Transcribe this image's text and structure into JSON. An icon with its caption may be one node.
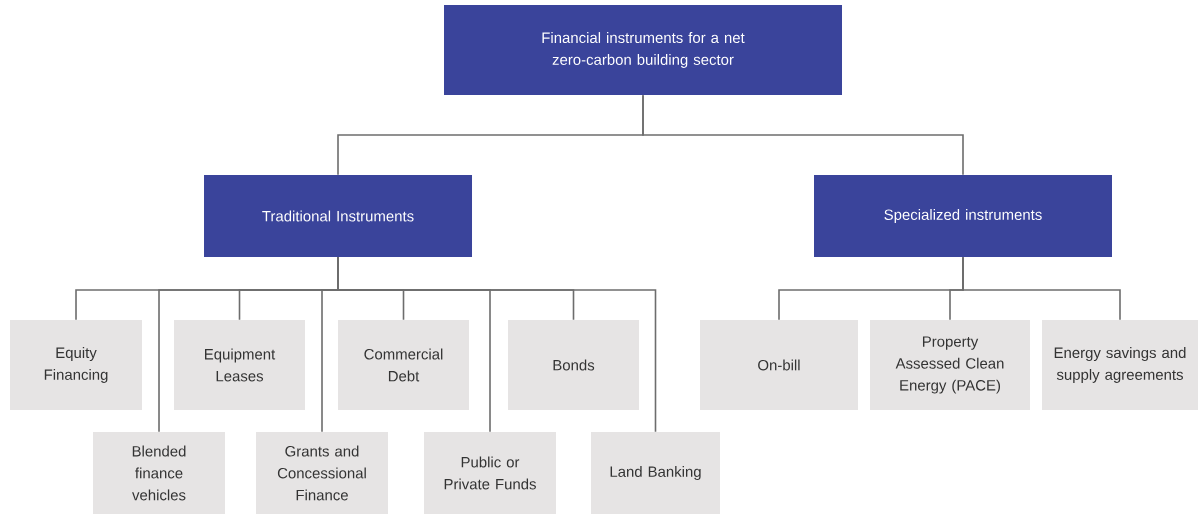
{
  "diagram": {
    "nodes": [
      {
        "text": [
          "Financial instruments for a net zero-carbon building sector"
        ]
      },
      {
        "text": [
          "Traditional Instruments"
        ]
      },
      {
        "text": [
          "Specialized instruments"
        ]
      },
      {
        "text": [
          "Equity Financing"
        ]
      },
      {
        "text": [
          "Blended finance vehicles"
        ]
      },
      {
        "text": [
          "Equipment Leases"
        ]
      },
      {
        "text": [
          "Grants and Concessional Finance"
        ]
      },
      {
        "text": [
          "Commercial Debt"
        ]
      },
      {
        "text": [
          "Public or Private Funds"
        ]
      },
      {
        "text": [
          "Bonds"
        ]
      },
      {
        "text": [
          "Land Banking"
        ]
      },
      {
        "text": [
          "On-bill"
        ]
      },
      {
        "text": [
          "Property Assessed Clean Energy (PACE)"
        ]
      },
      {
        "text": [
          "Energy savings and supply agreements"
        ]
      }
    ],
    "edges": [
      {
        "from": 0,
        "to": 1,
        "arrow": "none"
      },
      {
        "from": 0,
        "to": 2,
        "arrow": "none"
      },
      {
        "from": 1,
        "to": 3,
        "arrow": "none"
      },
      {
        "from": 1,
        "to": 4,
        "arrow": "none"
      },
      {
        "from": 1,
        "to": 5,
        "arrow": "none"
      },
      {
        "from": 1,
        "to": 6,
        "arrow": "none"
      },
      {
        "from": 1,
        "to": 7,
        "arrow": "none"
      },
      {
        "from": 1,
        "to": 8,
        "arrow": "none"
      },
      {
        "from": 1,
        "to": 9,
        "arrow": "none"
      },
      {
        "from": 1,
        "to": 10,
        "arrow": "none"
      },
      {
        "from": 2,
        "to": 11,
        "arrow": "none"
      },
      {
        "from": 2,
        "to": 12,
        "arrow": "none"
      },
      {
        "from": 2,
        "to": 13,
        "arrow": "none"
      }
    ]
  }
}
